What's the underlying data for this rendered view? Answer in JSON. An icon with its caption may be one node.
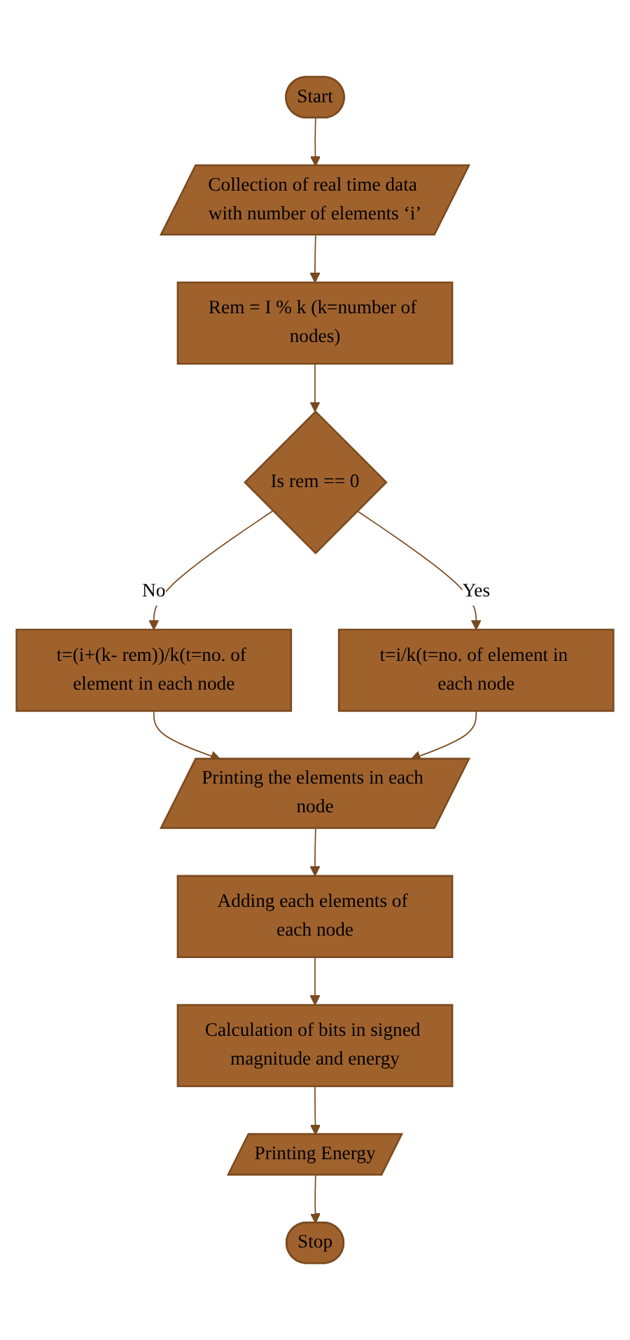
{
  "diagram": {
    "nodes": [
      {
        "text": [
          "Start"
        ]
      },
      {
        "text": [
          "Collection of real time data with number of elements ‘i’"
        ]
      },
      {
        "text": [
          "Rem = I % k (k=number of nodes)"
        ]
      },
      {
        "text": [
          "Is rem == 0"
        ]
      },
      {
        "text": [
          "t=(i+(k- rem))/k(t=no. of element in each node"
        ]
      },
      {
        "text": [
          "t=i/k(t=no. of element in each node"
        ]
      },
      {
        "text": [
          "Printing the elements in each node"
        ]
      },
      {
        "text": [
          "Adding each elements of each node"
        ]
      },
      {
        "text": [
          "Calculation of bits in signed magnitude and energy"
        ]
      },
      {
        "text": [
          "Printing Energy"
        ]
      },
      {
        "text": [
          "Stop"
        ]
      }
    ],
    "edges": [
      {
        "from": 0,
        "to": 1,
        "arrow": "to"
      },
      {
        "from": 1,
        "to": 2,
        "arrow": "to"
      },
      {
        "from": 2,
        "to": 3,
        "arrow": "to"
      },
      {
        "from": 3,
        "to": 4,
        "arrow": "to",
        "label": "No"
      },
      {
        "from": 3,
        "to": 5,
        "arrow": "to",
        "label": "Yes"
      },
      {
        "from": 4,
        "to": 6,
        "arrow": "to"
      },
      {
        "from": 5,
        "to": 6,
        "arrow": "to"
      },
      {
        "from": 6,
        "to": 7,
        "arrow": "to"
      },
      {
        "from": 7,
        "to": 8,
        "arrow": "to"
      },
      {
        "from": 8,
        "to": 9,
        "arrow": "to"
      },
      {
        "from": 9,
        "to": 10,
        "arrow": "to"
      }
    ]
  }
}
